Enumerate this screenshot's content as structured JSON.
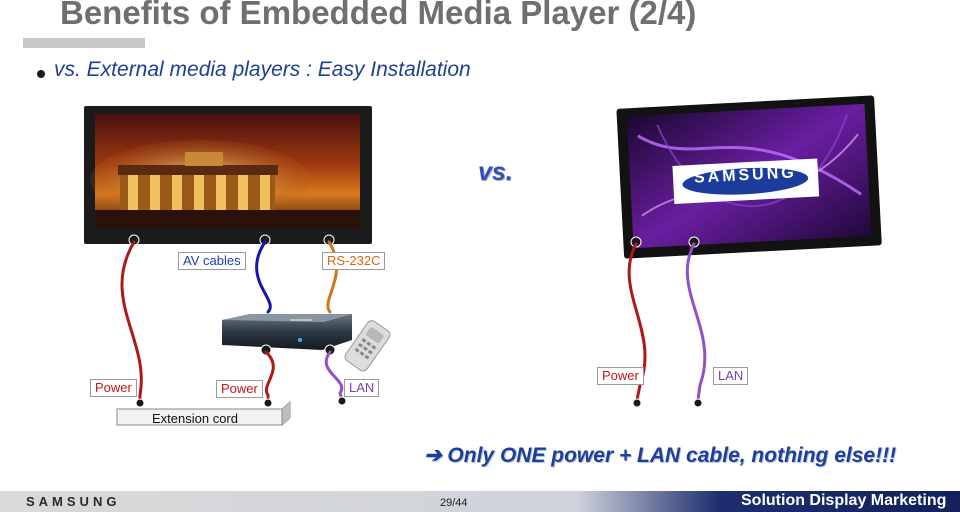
{
  "title": "Benefits of Embedded Media Player (2/4)",
  "bullet": "vs. External media players : Easy Installation",
  "vs_label": "vs.",
  "left_labels": {
    "av_cables": "AV cables",
    "rs232c": "RS-232C",
    "power1": "Power",
    "power2": "Power",
    "lan": "LAN",
    "extension": "Extension cord"
  },
  "right_labels": {
    "brand": "SAMSUNG",
    "power": "Power",
    "lan": "LAN"
  },
  "conclusion": "➔ Only ONE power + LAN cable, nothing else!!!",
  "footer": {
    "logo": "SAMSUNG",
    "page": "29/44",
    "department": "Solution Display Marketing"
  },
  "colors": {
    "power_cable": "#b01818",
    "av_cable": "#1414b4",
    "rs232_cable": "#d4731a",
    "lan_cable": "#9250c4"
  }
}
